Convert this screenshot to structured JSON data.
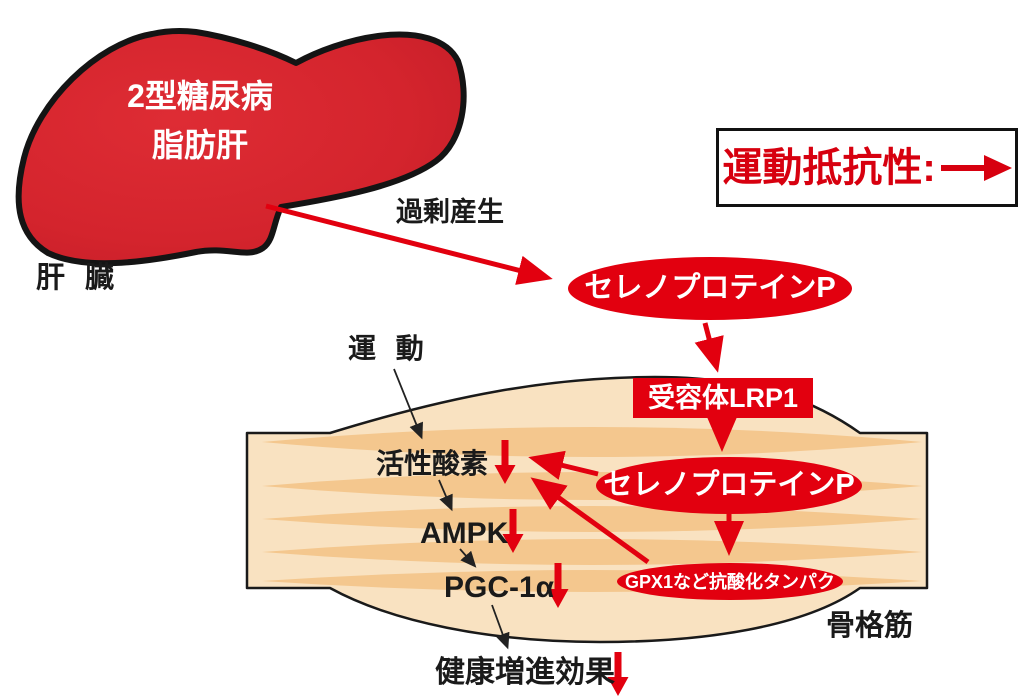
{
  "colors": {
    "accent_red": "#e2000f",
    "legend_red": "#d7000f",
    "liver_red": "#d4242d",
    "muscle_fill": "#f9e2c1",
    "muscle_stripe": "#f4c78e",
    "outline_black": "#1a1a1a"
  },
  "liver": {
    "disease_line1": "2型糖尿病",
    "disease_line2": "脂肪肝",
    "organ_label": "肝 臓"
  },
  "legend": {
    "label": "運動抵抗性:"
  },
  "flow": {
    "overproduction_label": "過剰産生",
    "selenoprotein_blood": "セレノプロテインP",
    "receptor": "受容体LRP1",
    "selenoprotein_muscle": "セレノプロテインP",
    "antioxidant": "GPX1など抗酸化タンパク"
  },
  "muscle": {
    "organ_label": "骨格筋",
    "exercise": "運 動",
    "ros": "活性酸素",
    "ampk": "AMPK",
    "pgc1a": "PGC-1α",
    "outcome": "健康増進効果"
  }
}
